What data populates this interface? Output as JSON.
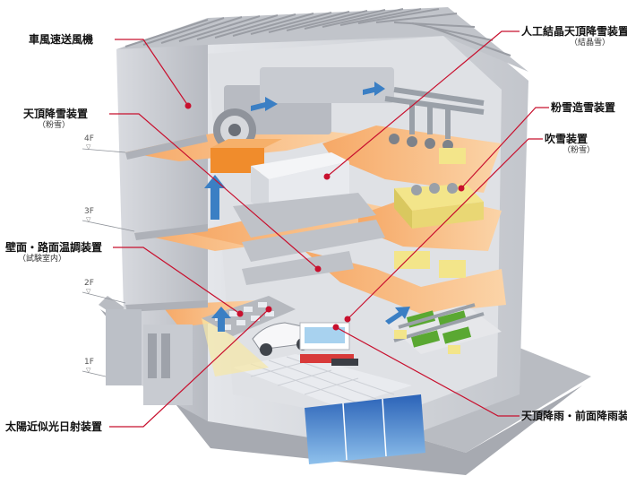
{
  "labels": {
    "fan": "車風速送風機",
    "ceiling_snow": "天頂降雪装置",
    "ceiling_snow_sub": "（粉雪）",
    "wall_road": "壁面・路面温調装置",
    "wall_road_sub": "（試験室内）",
    "solar": "太陽近似光日射装置",
    "artificial_crystal": "人工結晶天頂降雪装置",
    "artificial_crystal_sub": "（結晶雪）",
    "powder_maker": "粉雪造雪装置",
    "blow_snow": "吹雪装置",
    "blow_snow_sub": "（粉雪）",
    "rain": "天頂降雨・前面降雨装置"
  },
  "floors": {
    "f4": "4F",
    "f3": "3F",
    "f2": "2F",
    "f1": "1F"
  },
  "colors": {
    "leader_line": "#c8102e",
    "floor_orange": "#f7b77a",
    "building_gray": "#c9cbd0",
    "equipment_yellow": "#f3e58a",
    "airflow_blue": "#3b7fc4",
    "pipe_green": "#5aa832"
  }
}
